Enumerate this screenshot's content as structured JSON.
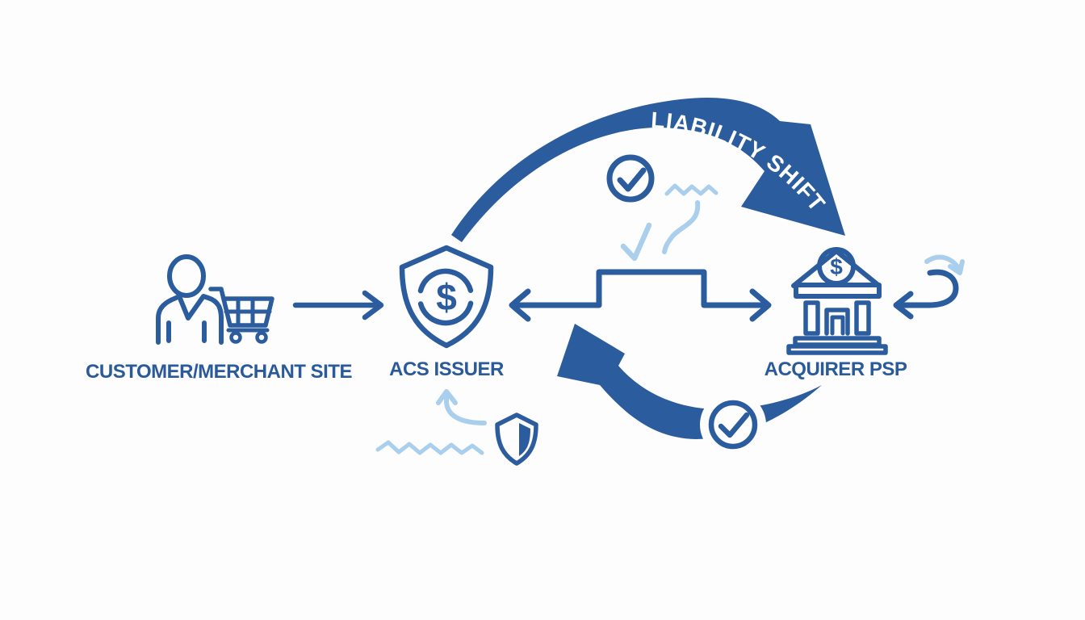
{
  "diagram": {
    "arc_label": "LIABILITY SHIFT",
    "currency_symbol": "$",
    "nodes": [
      {
        "id": "customer",
        "label": "CUSTOMER/MERCHANT SITE",
        "icon": "customer-cart-icon"
      },
      {
        "id": "acs",
        "label": "ACS ISSUER",
        "icon": "shield-dollar-icon"
      },
      {
        "id": "acquirer",
        "label": "ACQUIRER PSP",
        "icon": "bank-dollar-icon"
      }
    ],
    "symbols": [
      "check-circle-top-icon",
      "check-circle-bottom-icon",
      "light-check-icon",
      "light-up-arrow-icon",
      "half-shield-icon",
      "return-hook-arrow-icon",
      "light-curved-arrow-icon",
      "squiggle-top-icon",
      "squiggle-bottom-icon",
      "s-curve-icon"
    ],
    "colors": {
      "primary_blue": "#2b5c9e",
      "label_blue": "#2a5a9a",
      "light_blue": "#a9cfec",
      "arc_text": "#ffffff",
      "background": "#fdfdfd"
    }
  }
}
